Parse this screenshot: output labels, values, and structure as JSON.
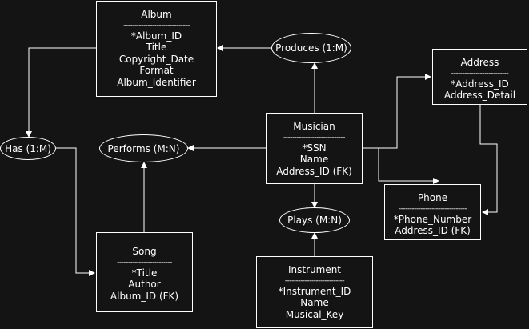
{
  "colors": {
    "background": "#141414",
    "stroke": "#ffffff",
    "text": "#ffffff"
  },
  "entities": {
    "album": {
      "name": "Album",
      "separator": "------------------------------",
      "attributes": [
        "*Album_ID",
        "Title",
        "Copyright_Date",
        "Format",
        "Album_Identifier"
      ]
    },
    "address": {
      "name": "Address",
      "separator": "--------------------------",
      "attributes": [
        "*Address_ID",
        "Address_Detail"
      ]
    },
    "musician": {
      "name": "Musician",
      "separator": "----------------------------",
      "attributes": [
        "*SSN",
        "Name",
        "Address_ID (FK)"
      ]
    },
    "phone": {
      "name": "Phone",
      "separator": "-------------------------------",
      "attributes": [
        "*Phone_Number",
        "Address_ID (FK)"
      ]
    },
    "song": {
      "name": "Song",
      "separator": "-------------------------",
      "attributes": [
        "*Title",
        "Author",
        "Album_ID (FK)"
      ]
    },
    "instrument": {
      "name": "Instrument",
      "separator": "---------------------------",
      "attributes": [
        "*Instrument_ID",
        "Name",
        "Musical_Key"
      ]
    }
  },
  "relationships": {
    "produces": "Produces (1:M)",
    "has": "Has (1:M)",
    "performs": "Performs (M:N)",
    "plays": "Plays (M:N)"
  }
}
